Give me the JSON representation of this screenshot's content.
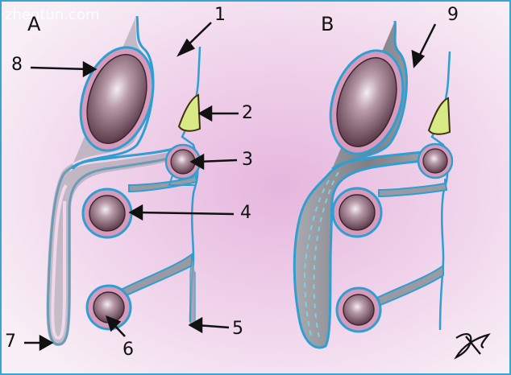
{
  "watermark": "zhentun.com",
  "panels": {
    "a": "A",
    "b": "B"
  },
  "labels": {
    "l1": "1",
    "l2": "2",
    "l3": "3",
    "l4": "4",
    "l5": "5",
    "l6": "6",
    "l7": "7",
    "l8": "8",
    "l9": "9"
  },
  "signature": "artist signature",
  "colors": {
    "background_center": "#e7bfe0",
    "background_edge": "#f6e9f3",
    "border": "#2f9ed1",
    "duct_gray": "#8f8f95",
    "cyst_outer": "#d18eb6",
    "cyst_inner": "#6e4c5a",
    "yellow": "#d6ea86"
  }
}
